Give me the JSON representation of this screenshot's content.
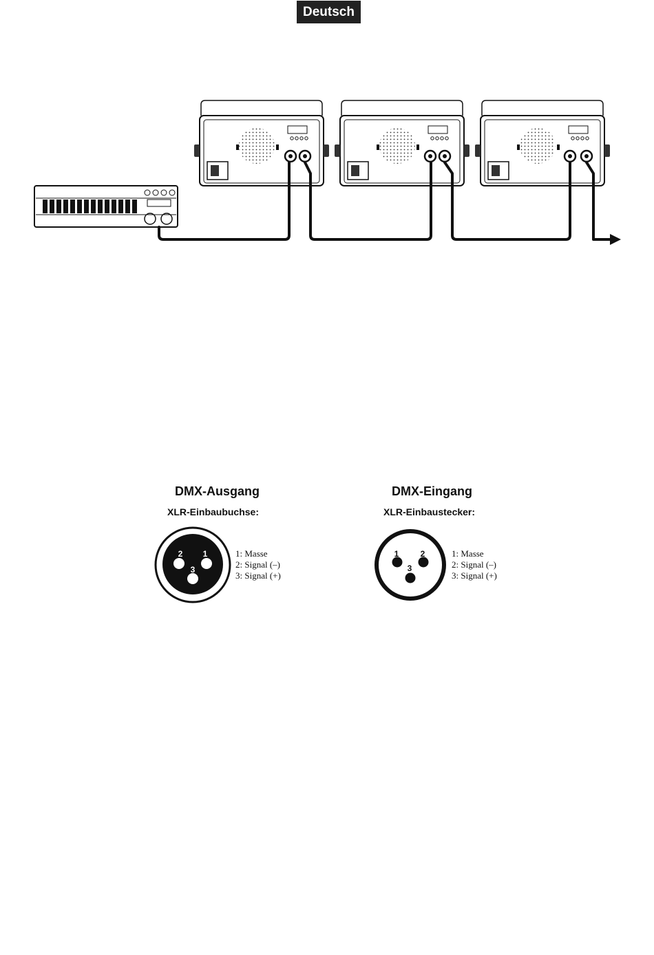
{
  "header": {
    "language_label": "Deutsch"
  },
  "dmx_output": {
    "title": "DMX-Ausgang",
    "subtitle": "XLR-Einbaubuchse:",
    "pins": [
      {
        "num": "2",
        "legend": "1: Masse"
      },
      {
        "num": "1",
        "legend": "2: Signal (–)"
      },
      {
        "num": "3",
        "legend": "3: Signal (+)"
      }
    ]
  },
  "dmx_input": {
    "title": "DMX-Eingang",
    "subtitle": "XLR-Einbaustecker:",
    "pins": [
      {
        "num": "1",
        "legend": "1: Masse"
      },
      {
        "num": "2",
        "legend": "2: Signal (–)"
      },
      {
        "num": "3",
        "legend": "3: Signal (+)"
      }
    ]
  }
}
